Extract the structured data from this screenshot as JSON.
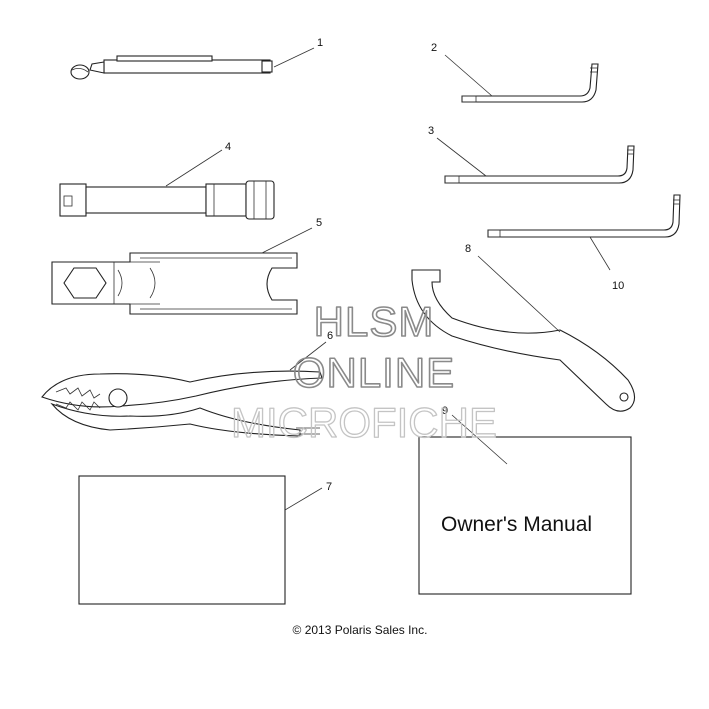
{
  "callouts": [
    "1",
    "2",
    "3",
    "4",
    "5",
    "6",
    "7",
    "8",
    "9",
    "10"
  ],
  "manual": {
    "title": "Owner's Manual"
  },
  "copyright": "© 2013 Polaris Sales Inc.",
  "watermark": {
    "line1": "HLSM",
    "line2": "ONLINE",
    "line3": "MICROFICHE"
  },
  "colors": {
    "ink": "#222222",
    "watermark": "#9a9a9a",
    "watermark_light": "#c4c4c4"
  }
}
